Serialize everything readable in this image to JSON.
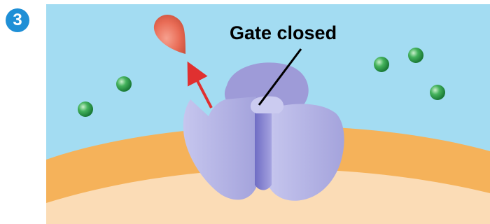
{
  "step": {
    "number": "3"
  },
  "label": {
    "text": "Gate closed"
  },
  "colors": {
    "extracellular": "#a3dcf2",
    "membrane": "#f5b25a",
    "cytoplasm": "#fbdcb6",
    "channel": "#b3b3e6",
    "channel_dark": "#8a88d2",
    "ligand": "#e86a55",
    "ion": "#2a9a4a",
    "arrow": "#e03030",
    "badge": "#1f8fd6"
  },
  "icons": {
    "ion": "green-sphere",
    "ligand": "teardrop-ligand"
  }
}
